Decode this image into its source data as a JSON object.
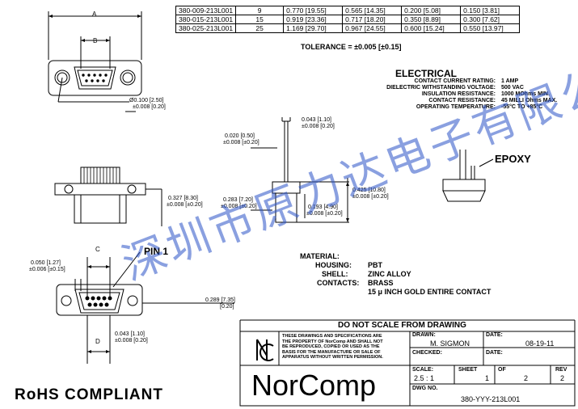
{
  "dim_table": {
    "rows": [
      [
        "380-009-213L001",
        "9",
        "0.770 [19.55]",
        "0.565 [14.35]",
        "0.200 [5.08]",
        "0.150 [3.81]"
      ],
      [
        "380-015-213L001",
        "15",
        "0.919 [23.36]",
        "0.717 [18.20]",
        "0.350 [8.89]",
        "0.300 [7.62]"
      ],
      [
        "380-025-213L001",
        "25",
        "1.169 [29.70]",
        "0.967 [24.55]",
        "0.600 [15.24]",
        "0.550 [13.97]"
      ]
    ]
  },
  "tolerance": "TOLERANCE = ±0.005 [±0.15]",
  "electrical": {
    "heading": "ELECTRICAL",
    "specs": [
      {
        "label": "CONTACT CURRENT RATING:",
        "value": "1 AMP"
      },
      {
        "label": "DIELECTRIC WITHSTANDING VOLTAGE:",
        "value": "500 VAC"
      },
      {
        "label": "INSULATION RESISTANCE:",
        "value": "1000 MOhms MIN."
      },
      {
        "label": "CONTACT RESISTANCE:",
        "value": "45 MILLI Ohms MAX."
      },
      {
        "label": "OPERATING TEMPERATURE:",
        "value": "-55°C TO +85°C"
      }
    ]
  },
  "letters": {
    "a": "A",
    "b": "B",
    "c": "C",
    "d": "D"
  },
  "dims": {
    "d1a": "Ø0.100 [2.50]",
    "d1b": "±0.008 [0.20]",
    "d2a": "0.020 [0.50]",
    "d2b": "±0.008 [±0.20]",
    "d3a": "0.043 [1.10]",
    "d3b": "±0.008 [0.20]",
    "d4a": "0.327 [8.30]",
    "d4b": "±0.008 [±0.20]",
    "d5a": "0.283 [7.20]",
    "d5b": "±0.008 [±0.20]",
    "d6a": "0.193 [4.90]",
    "d6b": "±0.008 [±0.20]",
    "d7a": "0.425 [10.80]",
    "d7b": "±0.008 [±0.20]",
    "d8a": "0.050 [1.27]",
    "d8b": "±0.006 [±0.15]",
    "d9a": "0.289 [7.35]",
    "d9b": "[0.20]",
    "d10a": "0.043 [1.10]",
    "d10b": "±0.008 [0.20]"
  },
  "epoxy": "EPOXY",
  "pin1": "PIN 1",
  "material": {
    "heading": "MATERIAL:",
    "rows": [
      {
        "label": "HOUSING:",
        "value": "PBT"
      },
      {
        "label": "SHELL:",
        "value": "ZINC ALLOY"
      },
      {
        "label": "CONTACTS:",
        "value": "BRASS"
      }
    ],
    "plating": "15 μ INCH GOLD ENTIRE CONTACT"
  },
  "title_block": {
    "note": "DO NOT SCALE FROM DRAWING",
    "proprietary": [
      "THESE DRAWINGS AND SPECIFICATIONS ARE",
      "THE PROPERTY OF NorComp AND SHALL NOT",
      "BE REPRODUCED, COPIED OR USED AS THE",
      "BASIS FOR THE MANUFACTURE OR SALE OF",
      "APPARATUS WITHOUT WRITTEN PERMISSION."
    ],
    "drawn_label": "DRAWN:",
    "drawn_value": "M. SIGMON",
    "date_label": "DATE:",
    "date_value": "08-19-11",
    "checked_label": "CHECKED:",
    "date2_label": "DATE:",
    "scale_label": "SCALE:",
    "scale_value": "2.5 : 1",
    "sheet_label": "SHEET",
    "sheet_value": "1",
    "of_label": "OF",
    "of_value": "2",
    "rev_label": "REV",
    "rev_value": "2",
    "dwg_label": "DWG NO.",
    "dwg_value": "380-YYY-213L001",
    "brand": "NorComp"
  },
  "rohs": "RoHS COMPLIANT",
  "watermark": "深圳市原力达电子有限公司"
}
